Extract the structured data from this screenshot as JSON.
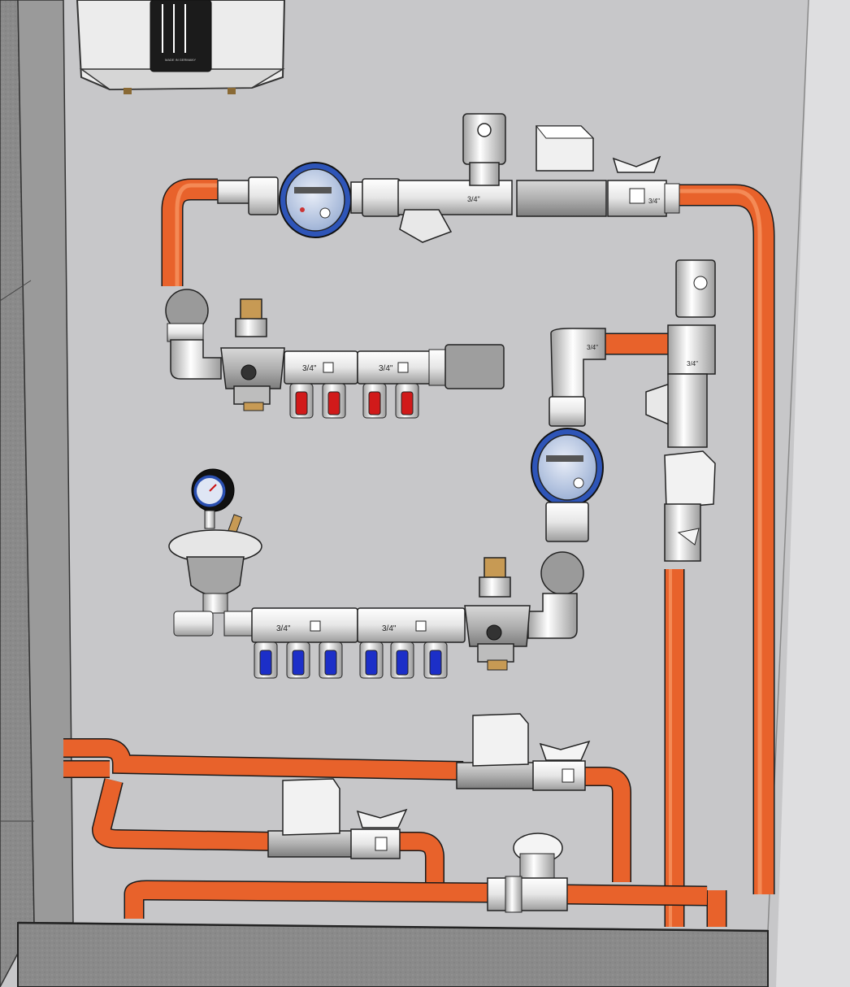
{
  "scene": {
    "heater_label": "MADE IN GERMANY",
    "fittings": {
      "hot_bar_1": "3/4\"",
      "hot_bar_2": "3/4\"",
      "cold_bar_1": "3/4\"",
      "cold_bar_2": "3/4\"",
      "top_filter_label": "3/4\"",
      "top_valve_label": "3/4\"",
      "right_tee_label": "3/4\"",
      "elbow_label": "3/4\""
    },
    "colors": {
      "wall": "#c9c9cb",
      "pipe": "#e8622b",
      "pipe_dark": "#a93d12",
      "chrome": "#ededed",
      "hot_handle": "#d11a1a",
      "cold_handle": "#1c2fc8",
      "brass": "#c79a54",
      "meter_blue": "#3c6fd6",
      "concrete": "#8e8e8e"
    }
  }
}
